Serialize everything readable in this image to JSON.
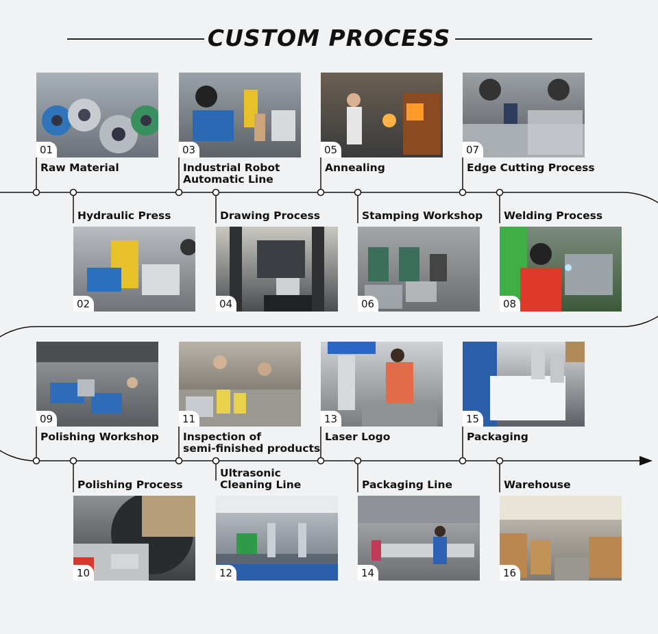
{
  "title": "CUSTOM PROCESS",
  "steps": [
    {
      "num": "01",
      "label": [
        "Raw Material"
      ],
      "scene": "coils"
    },
    {
      "num": "02",
      "label": [
        "Hydraulic Press"
      ],
      "scene": "press-yellow"
    },
    {
      "num": "03",
      "label": [
        "Industrial Robot",
        "Automatic Line"
      ],
      "scene": "robot-line"
    },
    {
      "num": "04",
      "label": [
        "Drawing Process"
      ],
      "scene": "drawing"
    },
    {
      "num": "05",
      "label": [
        "Annealing"
      ],
      "scene": "annealing"
    },
    {
      "num": "06",
      "label": [
        "Stamping Workshop"
      ],
      "scene": "stamping"
    },
    {
      "num": "07",
      "label": [
        "Edge Cutting Process"
      ],
      "scene": "edge-cutting"
    },
    {
      "num": "08",
      "label": [
        "Welding Process"
      ],
      "scene": "welding"
    },
    {
      "num": "09",
      "label": [
        "Polishing Workshop"
      ],
      "scene": "polishing-workshop"
    },
    {
      "num": "10",
      "label": [
        "Polishing Process"
      ],
      "scene": "polishing"
    },
    {
      "num": "11",
      "label": [
        "Inspection of",
        "semi-finished products"
      ],
      "scene": "inspection"
    },
    {
      "num": "12",
      "label": [
        "Ultrasonic",
        "Cleaning Line"
      ],
      "scene": "ultrasonic"
    },
    {
      "num": "13",
      "label": [
        "Laser Logo"
      ],
      "scene": "laser"
    },
    {
      "num": "14",
      "label": [
        "Packaging Line"
      ],
      "scene": "packaging-line"
    },
    {
      "num": "15",
      "label": [
        "Packaging"
      ],
      "scene": "packaging"
    },
    {
      "num": "16",
      "label": [
        "Warehouse"
      ],
      "scene": "warehouse"
    }
  ],
  "colors": {
    "background": "#f1f2f4",
    "line": "#111111",
    "badge_bg": "#ffffff"
  }
}
